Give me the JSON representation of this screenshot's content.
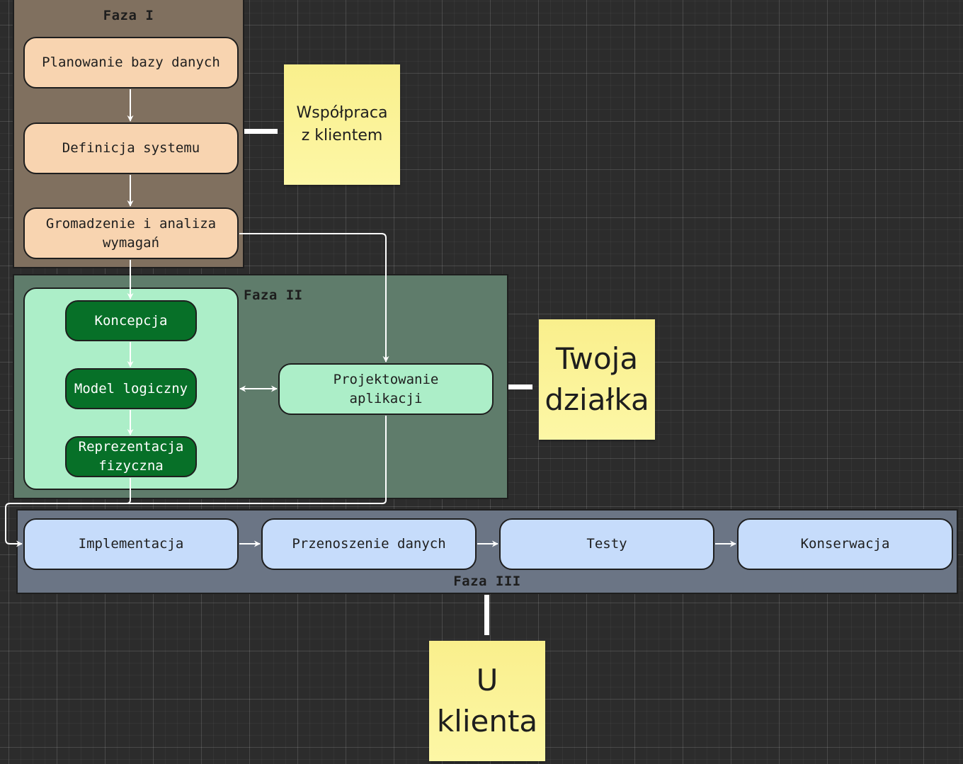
{
  "diagram": {
    "phases": [
      {
        "id": "faza-1",
        "label": "Faza I",
        "color": "#80705f"
      },
      {
        "id": "faza-2",
        "label": "Faza II",
        "color": "#5f7c6b"
      },
      {
        "id": "faza-3",
        "label": "Faza III",
        "color": "#6b7585"
      }
    ],
    "nodes": {
      "planowanie": "Planowanie bazy danych",
      "definicja": "Definicja systemu",
      "gromadzenie": "Gromadzenie i analiza wymagań",
      "koncepcja": "Koncepcja",
      "model_logiczny": "Model logiczny",
      "reprezentacja": "Reprezentacja fizyczna",
      "projektowanie": "Projektowanie aplikacji",
      "implementacja": "Implementacja",
      "przenoszenie": "Przenoszenie danych",
      "testy": "Testy",
      "konserwacja": "Konserwacja"
    },
    "stickies": {
      "wspolpraca": "Współpraca z klientem",
      "twoja_dzialka": "Twoja działka",
      "u_klienta": "U klienta"
    },
    "edges": [
      {
        "from": "planowanie",
        "to": "definicja",
        "type": "arrow"
      },
      {
        "from": "definicja",
        "to": "gromadzenie",
        "type": "arrow"
      },
      {
        "from": "gromadzenie",
        "to": "koncepcja",
        "type": "arrow"
      },
      {
        "from": "gromadzenie",
        "to": "projektowanie",
        "type": "arrow"
      },
      {
        "from": "koncepcja",
        "to": "model_logiczny",
        "type": "arrow"
      },
      {
        "from": "model_logiczny",
        "to": "reprezentacja",
        "type": "arrow"
      },
      {
        "from": "faza-2-group",
        "to": "projektowanie",
        "type": "bidirectional"
      },
      {
        "from": "reprezentacja",
        "to": "implementacja",
        "type": "arrow"
      },
      {
        "from": "projektowanie",
        "to": "implementacja",
        "type": "arrow"
      },
      {
        "from": "implementacja",
        "to": "przenoszenie",
        "type": "arrow"
      },
      {
        "from": "przenoszenie",
        "to": "testy",
        "type": "arrow"
      },
      {
        "from": "testy",
        "to": "konserwacja",
        "type": "arrow"
      }
    ]
  }
}
